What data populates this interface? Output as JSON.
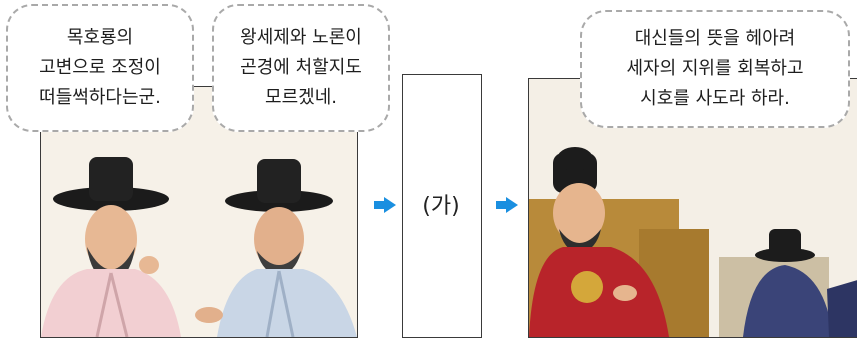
{
  "bubbles": {
    "left_scholar": [
      "목호룡의",
      "고변으로 조정이",
      "떠들썩하다는군."
    ],
    "right_scholar": [
      "왕세제와 노론이",
      "곤경에 처할지도",
      "모르겠네."
    ],
    "king": [
      "대신들의 뜻을 헤아려",
      "세자의 지위를 회복하고",
      "시호를 사도라 하라."
    ]
  },
  "middle_panel": {
    "label": "(가)"
  },
  "colors": {
    "arrow": "#1a8fe0",
    "bubble_border": "#a9a9a9",
    "frame": "#3a3a3a"
  },
  "icons": {
    "flow_arrow": "right-arrow-icon"
  }
}
